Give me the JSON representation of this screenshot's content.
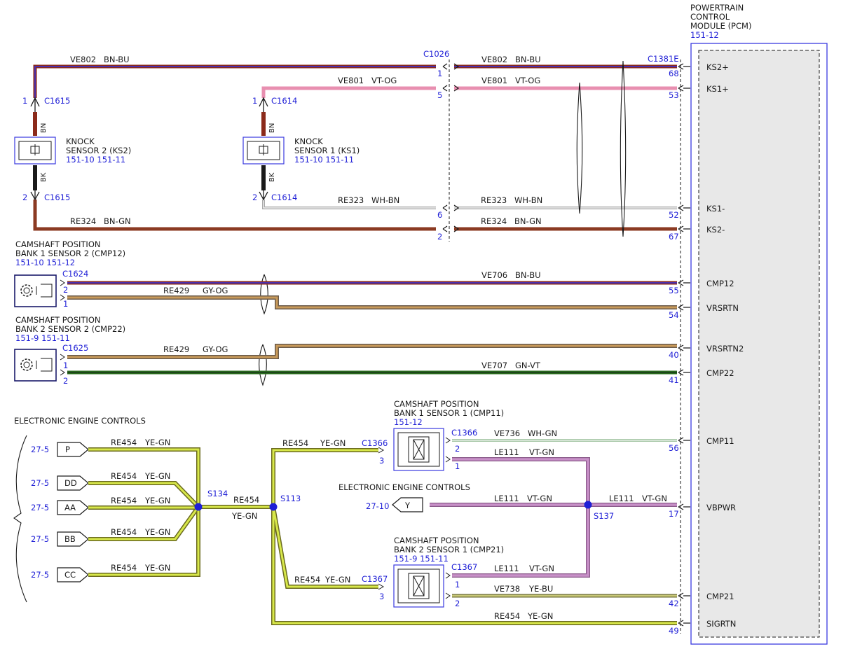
{
  "pcm": {
    "name": [
      "POWERTRAIN",
      "CONTROL",
      "MODULE (PCM)"
    ],
    "ref": "151-12",
    "connector": "C1381E",
    "pins": [
      {
        "label": "KS2+",
        "pin": "68"
      },
      {
        "label": "KS1+",
        "pin": "53"
      },
      {
        "label": "KS1-",
        "pin": "52"
      },
      {
        "label": "KS2-",
        "pin": "67"
      },
      {
        "label": "CMP12",
        "pin": "55"
      },
      {
        "label": "VRSRTN",
        "pin": "54"
      },
      {
        "label": "VRSRTN2",
        "pin": "40"
      },
      {
        "label": "CMP22",
        "pin": "41"
      },
      {
        "label": "CMP11",
        "pin": "56"
      },
      {
        "label": "VBPWR",
        "pin": "17"
      },
      {
        "label": "CMP21",
        "pin": "42"
      },
      {
        "label": "SIGRTN",
        "pin": "49"
      }
    ]
  },
  "inline_connector": {
    "name": "C1026",
    "pins": [
      "1",
      "5",
      "6",
      "2"
    ]
  },
  "knock_sensors": [
    {
      "title1": "KNOCK",
      "title2": "SENSOR 2 (KS2)",
      "refs": "151-10  151-11",
      "conn": "C1615",
      "pin_top": "1",
      "pin_bot": "2",
      "lead_top": "BN",
      "lead_bot": "BK"
    },
    {
      "title1": "KNOCK",
      "title2": "SENSOR 1 (KS1)",
      "refs": "151-10  151-11",
      "conn_top": "C1614",
      "conn_bot": "C1614",
      "pin_top": "1",
      "pin_bot": "2",
      "lead_top": "BN",
      "lead_bot": "BK"
    }
  ],
  "cam_sensors": [
    {
      "title1": "CAMSHAFT POSITION",
      "title2": "BANK 1 SENSOR 2 (CMP12)",
      "refs": "151-10  151-12",
      "conn": "C1624",
      "pins": [
        "2",
        "1"
      ]
    },
    {
      "title1": "CAMSHAFT POSITION",
      "title2": "BANK 2 SENSOR 2 (CMP22)",
      "refs": "151-9    151-11",
      "conn": "C1625",
      "pins": [
        "1",
        "2"
      ]
    },
    {
      "title1": "CAMSHAFT POSITION",
      "title2": "BANK 1 SENSOR 1 (CMP11)",
      "refs": "151-12",
      "conn_left": "C1366",
      "conn_right": "C1366",
      "pin_left": "3",
      "pins": [
        "2",
        "1"
      ]
    },
    {
      "title1": "CAMSHAFT POSITION",
      "title2": "BANK 2 SENSOR 1 (CMP21)",
      "refs": "151-9    151-11",
      "conn_left": "C1367",
      "conn_right": "C1367",
      "pin_left": "3",
      "pins": [
        "1",
        "2"
      ]
    }
  ],
  "wires": {
    "ks2p_left": {
      "circuit": "VE802",
      "color": "BN-BU"
    },
    "ks2p_right": {
      "circuit": "VE802",
      "color": "BN-BU"
    },
    "ks1p_left": {
      "circuit": "VE801",
      "color": "VT-OG"
    },
    "ks1p_right": {
      "circuit": "VE801",
      "color": "VT-OG"
    },
    "ks1n_left": {
      "circuit": "RE323",
      "color": "WH-BN"
    },
    "ks1n_right": {
      "circuit": "RE323",
      "color": "WH-BN"
    },
    "ks2n_left": {
      "circuit": "RE324",
      "color": "BN-GN"
    },
    "ks2n_right": {
      "circuit": "RE324",
      "color": "BN-GN"
    },
    "cmp12": {
      "circuit": "VE706",
      "color": "BN-BU"
    },
    "vrsrtn": {
      "circuit": "RE429",
      "color": "GY-OG"
    },
    "vrsrtn2": {
      "circuit": "RE429",
      "color": "GY-OG"
    },
    "cmp22": {
      "circuit": "VE707",
      "color": "GN-VT"
    },
    "cmp11": {
      "circuit": "VE736",
      "color": "WH-GN"
    },
    "cmp21": {
      "circuit": "VE738",
      "color": "YE-BU"
    },
    "le111_top": {
      "circuit": "LE111",
      "color": "VT-GN"
    },
    "le111_y": {
      "circuit": "LE111",
      "color": "VT-GN"
    },
    "le111_pcm": {
      "circuit": "LE111",
      "color": "VT-GN"
    },
    "le111_bot": {
      "circuit": "LE111",
      "color": "VT-GN"
    },
    "re454_p": {
      "circuit": "RE454",
      "color": "YE-GN"
    },
    "re454_dd": {
      "circuit": "RE454",
      "color": "YE-GN"
    },
    "re454_aa": {
      "circuit": "RE454",
      "color": "YE-GN"
    },
    "re454_bb": {
      "circuit": "RE454",
      "color": "YE-GN"
    },
    "re454_cc": {
      "circuit": "RE454",
      "color": "YE-GN"
    },
    "re454_mid": {
      "circuit": "RE454",
      "color": "YE-GN"
    },
    "re454_c1366": {
      "circuit": "RE454",
      "color": "YE-GN"
    },
    "re454_c1367": {
      "circuit": "RE454",
      "color": "YE-GN"
    },
    "re454_sigrtn": {
      "circuit": "RE454",
      "color": "YE-GN"
    }
  },
  "splices": {
    "s134": "S134",
    "s113": "S113",
    "s137": "S137"
  },
  "eec": {
    "title": "ELECTRONIC ENGINE CONTROLS",
    "refs": [
      "27-5",
      "27-5",
      "27-5",
      "27-5",
      "27-5"
    ],
    "tags": [
      "P",
      "DD",
      "AA",
      "BB",
      "CC"
    ],
    "title2": "ELECTRONIC ENGINE CONTROLS",
    "y_ref": "27-10",
    "y_tag": "Y"
  },
  "colors": {
    "blue": "#1f1fd6",
    "pcm_border": "#3a3ae0",
    "bn_bu_top": "#4a2fb0",
    "bn_bu_bot": "#8b2a1a",
    "vt_og": "#e88fb0",
    "wh_bn": "#a8a8a8",
    "bn_gn": "#8b3a22",
    "gy_og": "#c89a5a",
    "gn_vt": "#2a6a1e",
    "ye_gn": "#d8e84a",
    "vt_gn": "#c890c8",
    "wh_gn": "#a8c8a8",
    "ye_bu": "#c8c878"
  }
}
